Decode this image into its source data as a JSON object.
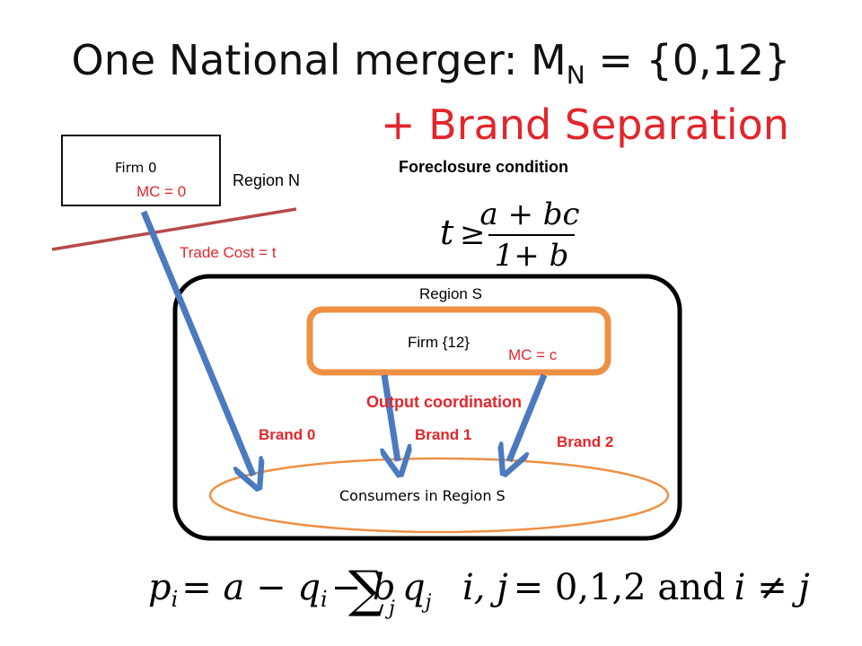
{
  "title": {
    "main": "One National merger: M",
    "subscript": "N",
    "rest": " = {0,12}"
  },
  "subtitle": "+ Brand Separation",
  "firm0": {
    "label": "Firm 0",
    "mc": "MC = 0"
  },
  "region_n": "Region N",
  "trade_cost": "Trade Cost = t",
  "foreclosure": {
    "heading": "Foreclosure condition",
    "lhs": "t",
    "relation": "≥",
    "numerator": "a + bc",
    "denominator": "1+ b"
  },
  "region_s": "Region S",
  "firm12": {
    "label": "Firm {12}",
    "mc": "MC = c"
  },
  "output_coordination": "Output coordination",
  "brands": [
    "Brand 0",
    "Brand 1",
    "Brand 2"
  ],
  "consumers": "Consumers in Region S",
  "demand_equation": {
    "lhs": "p",
    "lhs_sub": "i",
    "part1": "= a − q",
    "part1_sub": "i",
    "part2": "− b",
    "sum_symbol": "∑",
    "sum_sub": "j",
    "part3": "q",
    "part3_sub": "j",
    "condition_1": "i, j",
    "condition_2": "= 0,1,2 and",
    "condition_3": "i ≠ j"
  },
  "colors": {
    "accent_red": "#e2262c",
    "arrow_blue": "#4a7abf",
    "orange": "#ee9044",
    "trade_line": "#b84a4a"
  }
}
